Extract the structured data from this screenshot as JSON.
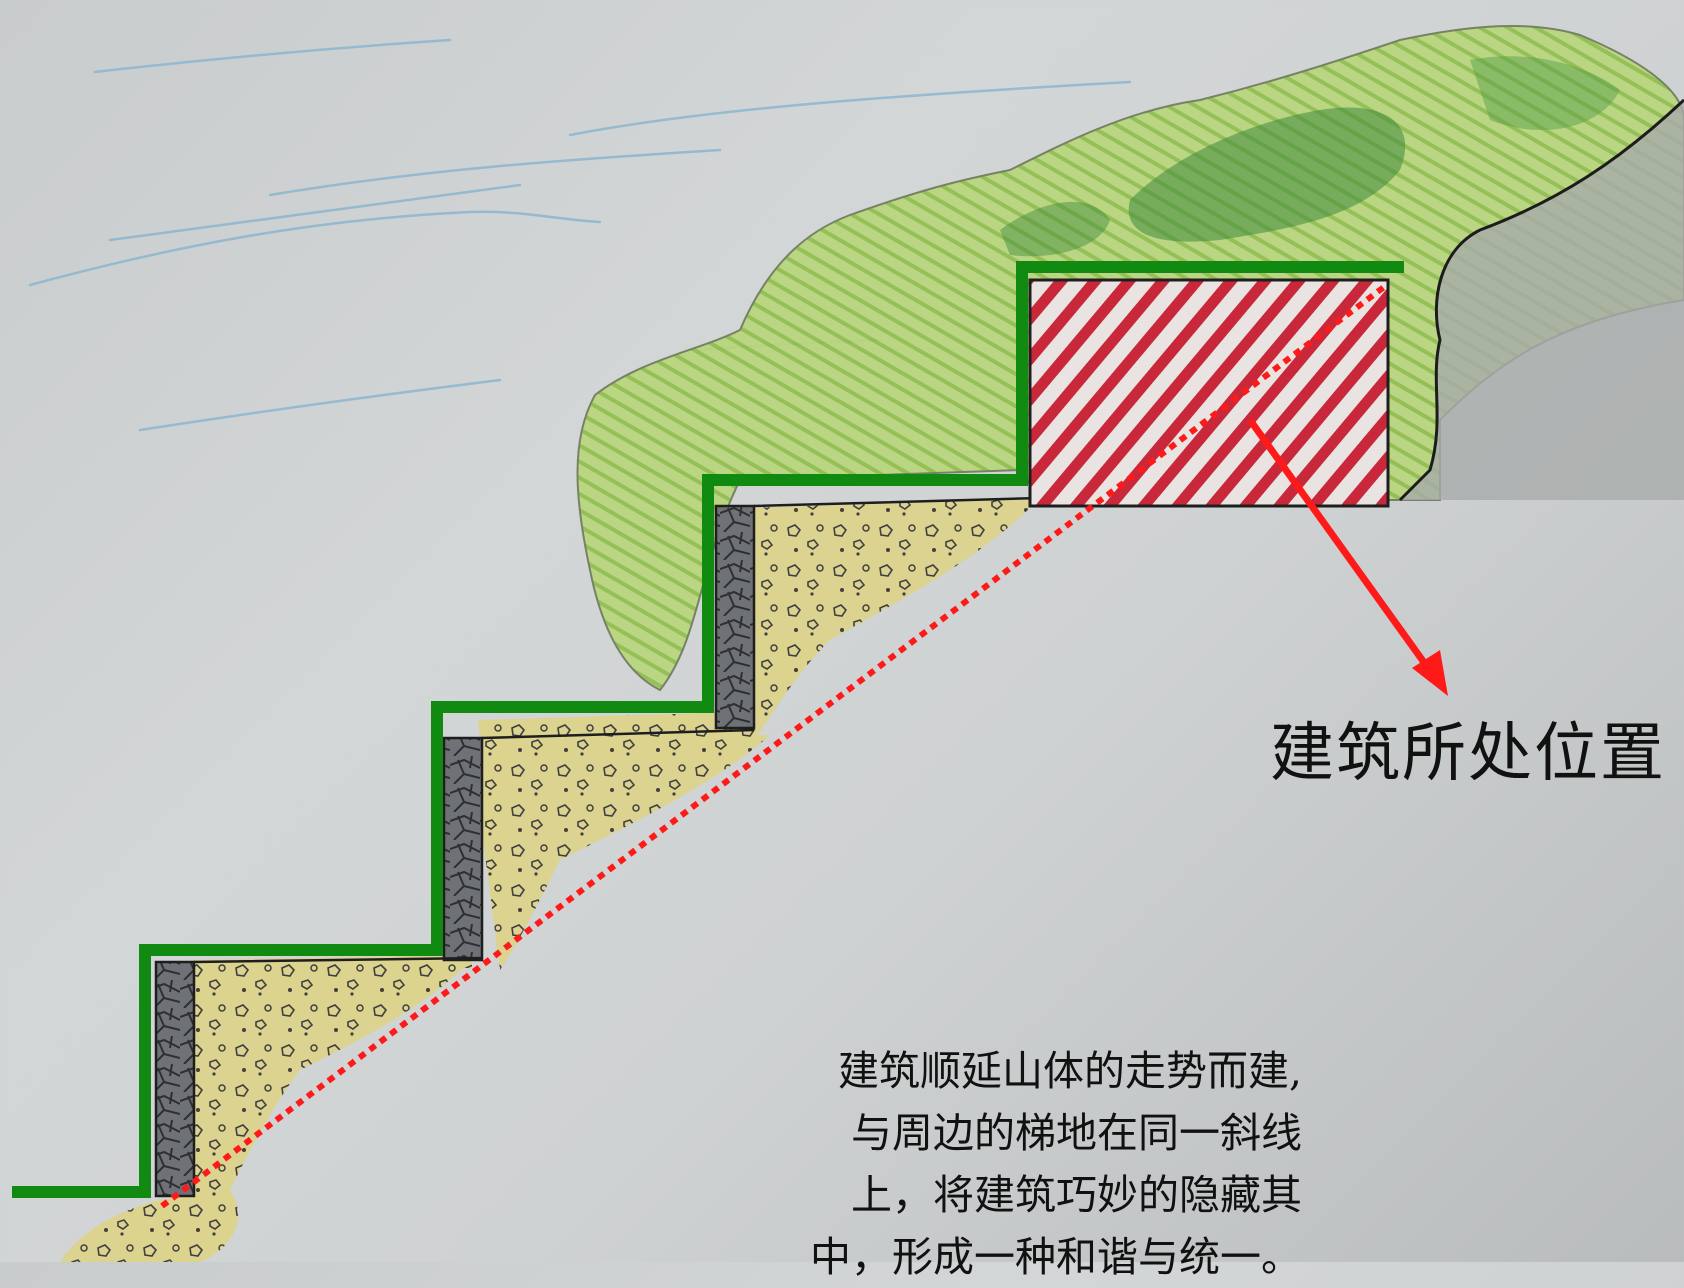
{
  "building_label": "建筑所处位置",
  "description_lines": [
    "建筑顺延山体的走势而建,",
    "与周边的梯地在同一斜线",
    "上，将建筑巧妙的隐藏其",
    "中，形成一种和谐与统一。"
  ],
  "colors": {
    "terrace_outline": "#118a11",
    "slope_dotted_line": "#ff1a1a",
    "pointer_arrow": "#ff1a1a",
    "building_hatch": "#c8283a",
    "vegetation": "#a9cf64",
    "retaining_wall": "#707478",
    "fill_soil": "#ddd38a",
    "sky_strokes": "#8fb7cf"
  }
}
